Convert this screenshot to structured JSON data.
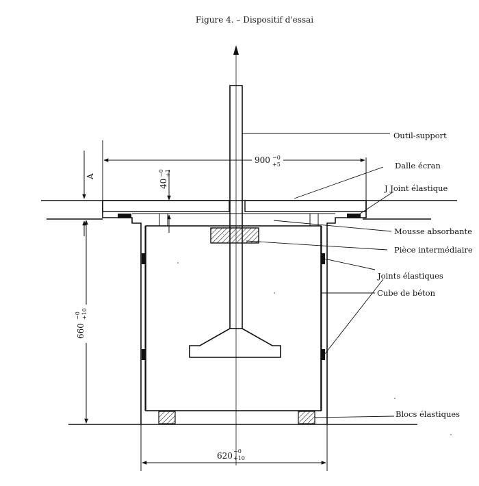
{
  "figure": {
    "caption": "Figure 4. – Dispositif d'essai"
  },
  "labels": {
    "outil_support": "Outil-support",
    "dalle_ecran": "Dalle écran",
    "joint_elastique": "J Joint élastique",
    "mousse_absorbante": "Mousse absorbante",
    "piece_intermediaire": "Pièce intermédiaire",
    "joints_elastiques": "Joints élastiques",
    "cube_de_beton": "Cube de béton",
    "blocs_elastiques": "Blocs élastiques"
  },
  "dimensions": {
    "width_top": {
      "value": "900",
      "upper": "−0",
      "lower": "+5"
    },
    "gap_40": {
      "value": "40",
      "upper": "−0",
      "lower": "+1"
    },
    "height_660": {
      "value": "660",
      "upper": "−0",
      "lower": "+10"
    },
    "width_bottom": {
      "value": "620",
      "upper": "−0",
      "lower": "+10"
    },
    "a_mark": "A"
  }
}
